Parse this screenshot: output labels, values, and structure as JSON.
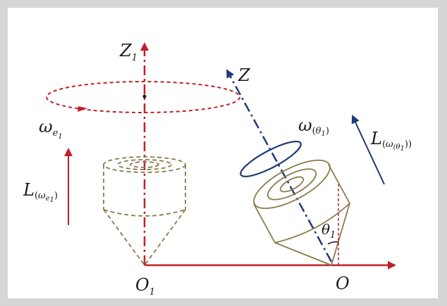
{
  "labels": {
    "z1": {
      "main": "Z",
      "sub": "1"
    },
    "z": {
      "main": "Z"
    },
    "omega_e1": {
      "main": "ω",
      "sub": "e",
      "subsub": "1"
    },
    "omega_theta1": {
      "main": "ω",
      "paren_open": "(",
      "sub": "θ",
      "subsub": "1",
      "paren_close": ")"
    },
    "l_omega_theta1": {
      "main": "L",
      "paren_open": "(",
      "sub": "ω",
      "subsub": "(θ",
      "subsubsub": "1",
      "paren_close": "))"
    },
    "l_omega_e1": {
      "main": "L",
      "paren_open": "(",
      "sub": "ω",
      "subsub": "e",
      "subsubsub": "1",
      "paren_close": ")"
    },
    "theta1": {
      "main": "θ",
      "sub": "1"
    },
    "o1": {
      "main": "O",
      "sub": "1"
    },
    "o": {
      "main": "O"
    }
  },
  "colors": {
    "red_axis": "#c0202a",
    "blue_axis": "#1f3a7a",
    "cone_outline": "#8b7a4a",
    "frame": "#d6d6d6"
  }
}
